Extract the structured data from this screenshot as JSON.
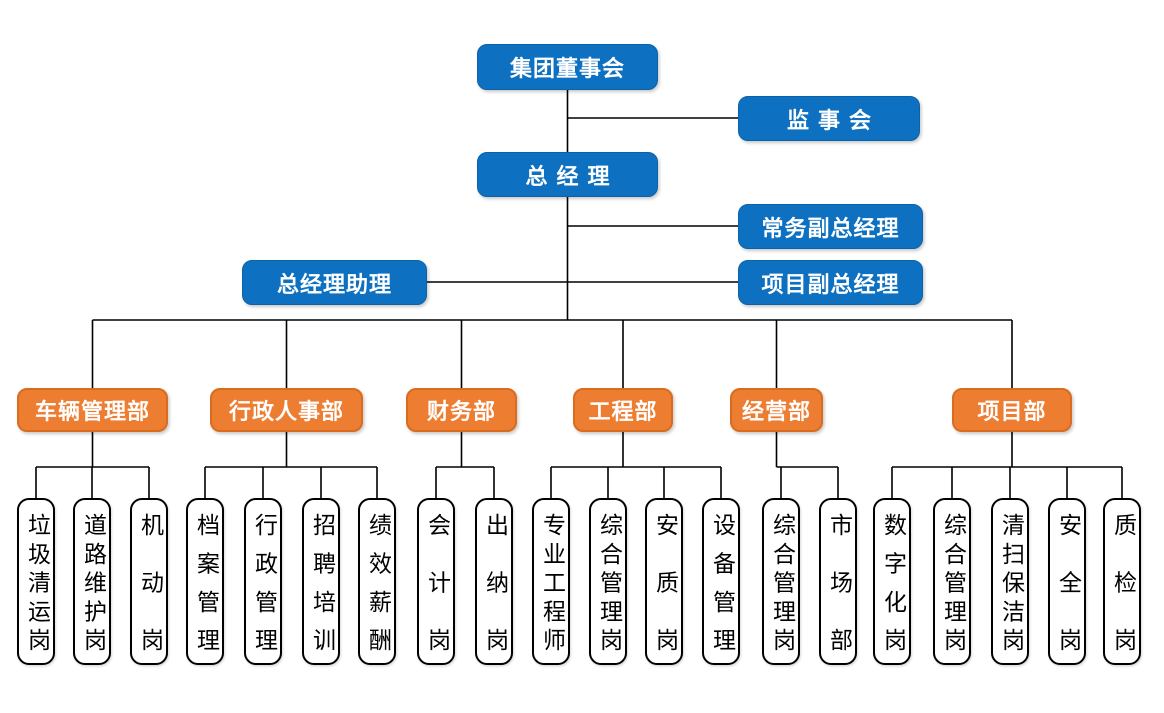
{
  "org": {
    "board": "集团董事会",
    "supervisory_board": "监事会",
    "general_manager": "总经理",
    "executive_deputy_gm": "常务副总经理",
    "gm_assistant": "总经理助理",
    "project_deputy_gm": "项目副总经理",
    "departments": [
      {
        "name": "车辆管理部",
        "positions": [
          "垃圾清运岗",
          "道路维护岗",
          "机动岗"
        ]
      },
      {
        "name": "行政人事部",
        "positions": [
          "档案管理",
          "行政管理",
          "招聘培训",
          "绩效薪酬"
        ]
      },
      {
        "name": "财务部",
        "positions": [
          "会计岗",
          "出纳岗"
        ]
      },
      {
        "name": "工程部",
        "positions": [
          "专业工程师",
          "综合管理岗",
          "安质岗",
          "设备管理"
        ]
      },
      {
        "name": "经营部",
        "positions": [
          "综合管理岗",
          "市场部"
        ]
      },
      {
        "name": "项目部",
        "positions": [
          "数字化岗",
          "综合管理岗",
          "清扫保洁岗",
          "安全岗",
          "质检岗"
        ]
      }
    ]
  },
  "colors": {
    "executive_node": "#0E70C0",
    "department_node": "#ED7D31",
    "position_node_border": "#000000",
    "connector_line": "#000000",
    "background": "#FFFFFF"
  }
}
